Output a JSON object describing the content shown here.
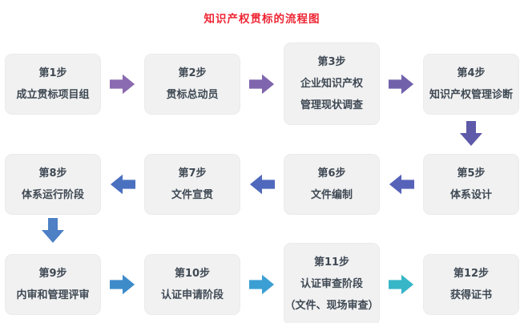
{
  "title": "知识产权贯标的流程图",
  "colors": {
    "title_red": "#ee2533",
    "box_background": "#f1f1f1",
    "box_text": "#3f4954"
  },
  "flow": {
    "boxes": [
      {
        "step": "第1步",
        "lines": [
          "成立贯标项目组"
        ]
      },
      {
        "step": "第2步",
        "lines": [
          "贯标总动员"
        ]
      },
      {
        "step": "第3步",
        "lines": [
          "企业知识产权",
          "管理现状调查"
        ]
      },
      {
        "step": "第4步",
        "lines": [
          "知识产权管理诊断"
        ]
      },
      {
        "step": "第5步",
        "lines": [
          "体系设计"
        ]
      },
      {
        "step": "第6步",
        "lines": [
          "文件编制"
        ]
      },
      {
        "step": "第7步",
        "lines": [
          "文件宣贯"
        ]
      },
      {
        "step": "第8步",
        "lines": [
          "体系运行阶段"
        ]
      },
      {
        "step": "第9步",
        "lines": [
          "内审和管理评审"
        ]
      },
      {
        "step": "第10步",
        "lines": [
          "认证申请阶段"
        ]
      },
      {
        "step": "第11步",
        "lines": [
          "认证审查阶段",
          "（文件、现场审查）"
        ]
      },
      {
        "step": "第12步",
        "lines": [
          "获得证书"
        ]
      }
    ],
    "arrows": [
      {
        "name": "arrow-step1-to-step2",
        "direction": "right",
        "color": "#8a6ab0"
      },
      {
        "name": "arrow-step2-to-step3",
        "direction": "right",
        "color": "#7e65ad"
      },
      {
        "name": "arrow-step3-to-step4",
        "direction": "right",
        "color": "#7161ab"
      },
      {
        "name": "arrow-step4-to-step5",
        "direction": "down",
        "color": "#5e59a9"
      },
      {
        "name": "arrow-step5-to-step6",
        "direction": "left",
        "color": "#5763b8"
      },
      {
        "name": "arrow-step6-to-step7",
        "direction": "left",
        "color": "#5069bd"
      },
      {
        "name": "arrow-step7-to-step8",
        "direction": "left",
        "color": "#4a70c0"
      },
      {
        "name": "arrow-step8-to-step9",
        "direction": "down",
        "color": "#4d80c5"
      },
      {
        "name": "arrow-step9-to-step10",
        "direction": "right",
        "color": "#3e8bca"
      },
      {
        "name": "arrow-step10-to-step11",
        "direction": "right",
        "color": "#3c9fd4"
      },
      {
        "name": "arrow-step11-to-step12",
        "direction": "right",
        "color": "#37b6c8"
      }
    ]
  }
}
